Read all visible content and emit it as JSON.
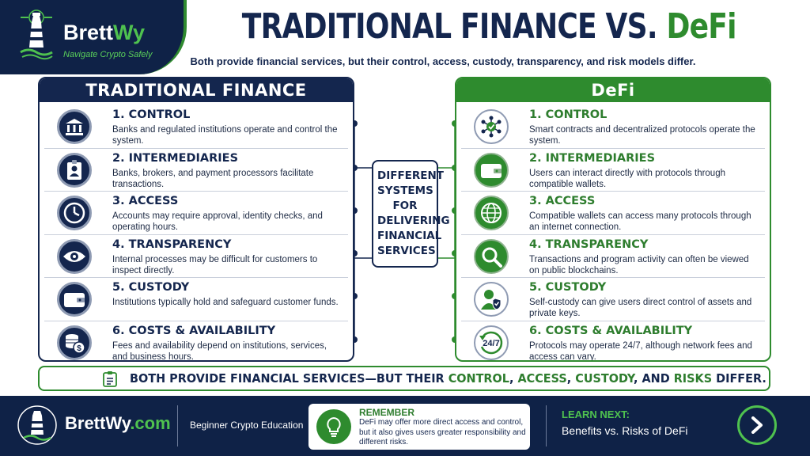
{
  "brand": {
    "name_a": "Brett",
    "name_b": "Wy",
    "tagline": "Navigate Crypto Safely"
  },
  "header": {
    "title_a": "TRADITIONAL FINANCE",
    "title_vs": "VS.",
    "title_b": "DeFi",
    "subtitle": "Both provide financial services, but their control, access, custody, transparency, and risk models differ."
  },
  "traditional": {
    "heading": "TRADITIONAL FINANCE",
    "items": [
      {
        "title": "1. CONTROL",
        "desc": "Banks and regulated institutions operate and control the system.",
        "icon": "bank-icon"
      },
      {
        "title": "2. INTERMEDIARIES",
        "desc": "Banks, brokers, and payment processors facilitate transactions.",
        "icon": "id-badge-icon"
      },
      {
        "title": "3. ACCESS",
        "desc": "Accounts may require approval, identity checks, and operating hours.",
        "icon": "clock-icon"
      },
      {
        "title": "4. TRANSPARENCY",
        "desc": "Internal processes may be difficult for customers to inspect directly.",
        "icon": "eye-icon"
      },
      {
        "title": "5. CUSTODY",
        "desc": "Institutions typically hold and safeguard customer funds.",
        "icon": "wallet-icon"
      },
      {
        "title": "6. COSTS & AVAILABILITY",
        "desc": "Fees and availability depend on institutions, services, and business hours.",
        "icon": "coins-icon"
      }
    ]
  },
  "defi": {
    "heading": "DeFi",
    "items": [
      {
        "title": "1. CONTROL",
        "desc": "Smart contracts and decentralized protocols operate the system.",
        "icon": "network-icon"
      },
      {
        "title": "2. INTERMEDIARIES",
        "desc": "Users can interact directly with protocols through compatible wallets.",
        "icon": "wallet-icon"
      },
      {
        "title": "3. ACCESS",
        "desc": "Compatible wallets can access many protocols through an internet connection.",
        "icon": "globe-icon"
      },
      {
        "title": "4. TRANSPARENCY",
        "desc": "Transactions and program activity can often be viewed on public blockchains.",
        "icon": "magnifier-icon"
      },
      {
        "title": "5. CUSTODY",
        "desc": "Self-custody can give users direct control of assets and private keys.",
        "icon": "user-shield-icon"
      },
      {
        "title": "6. COSTS & AVAILABILITY",
        "desc": "Protocols may operate 24/7, although network fees and access can vary.",
        "icon": "24-7-icon"
      }
    ]
  },
  "center": {
    "text": "DIFFERENT SYSTEMS FOR DELIVERING FINANCIAL SERVICES"
  },
  "summary": {
    "part1": "BOTH PROVIDE FINANCIAL SERVICES—BUT THEIR ",
    "control": "CONTROL",
    "sep1": ", ",
    "access": "ACCESS",
    "sep2": ", ",
    "custody": "CUSTODY",
    "sep3": ", AND ",
    "risks": "RISKS",
    "part2": " DIFFER."
  },
  "footer": {
    "site_a": "BrettWy",
    "site_b": ".com",
    "tag": "Beginner Crypto Education",
    "remember_title": "REMEMBER",
    "remember_text": "DeFi may offer more direct access and control, but it also gives users greater responsibility and different risks.",
    "learn_title": "LEARN NEXT:",
    "learn_text": "Benefits vs. Risks of DeFi"
  },
  "colors": {
    "navy": "#14264e",
    "green": "#2e8b2e",
    "bright_green": "#4fc24f"
  }
}
